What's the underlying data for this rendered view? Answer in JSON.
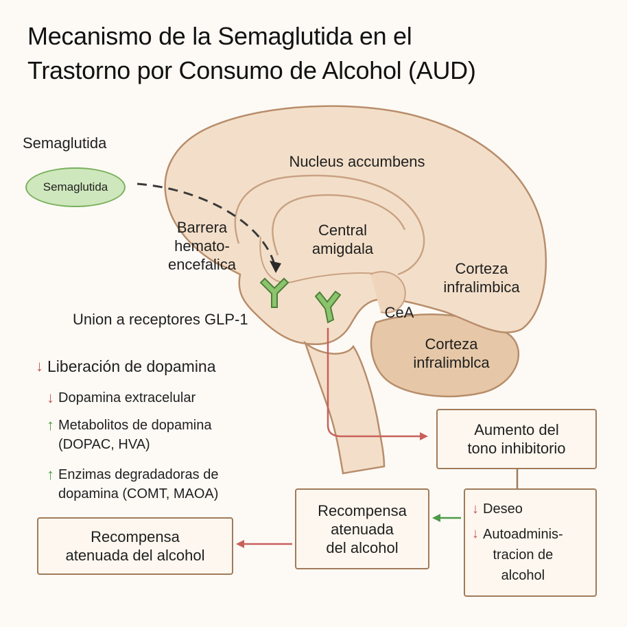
{
  "title": {
    "line1": "Mecanismo de la Semaglutida en el",
    "line2": "Trastorno por Consumo de Alcohol (AUD)"
  },
  "drug": {
    "label": "Semaglutida",
    "pill": "Semaglutida"
  },
  "brain_labels": {
    "nucleus": "Nucleus accumbens",
    "bbb_l1": "Barrera",
    "bbb_l2": "hemato-",
    "bbb_l3": "encefalica",
    "amig_l1": "Central",
    "amig_l2": "amigdala",
    "corteza1_l1": "Corteza",
    "corteza1_l2": "infralimbica",
    "cea": "CeA",
    "corteza2_l1": "Corteza",
    "corteza2_l2": "infralimblca",
    "receptor": "Union a receptores GLP-1"
  },
  "effects": {
    "main": "Liberación de dopamina",
    "e1": "Dopamina extracelular",
    "e2_l1": "Metabolitos de dopamina",
    "e2_l2": "(DOPAC, HVA)",
    "e3_l1": "Enzimas degradadoras de",
    "e3_l2": "dopamina (COMT, MAOA)"
  },
  "boxes": {
    "tono_l1": "Aumento del",
    "tono_l2": "tono inhibitorio",
    "deseo": "Deseo",
    "autoadmin_l1": "Autoadminis-",
    "autoadmin_l2": "tracion de",
    "autoadmin_l3": "alcohol",
    "recomp_mid_l1": "Recompensa",
    "recomp_mid_l2": "atenuada",
    "recomp_mid_l3": "del alcohol",
    "recomp_final_l1": "Recompensa",
    "recomp_final_l2": "atenuada del alcohol"
  },
  "icons": {
    "down": "↓",
    "up": "↑"
  },
  "colors": {
    "brain_fill": "#f3dfc9",
    "brain_stroke": "#b88d6b",
    "cerebellum_fill": "#e6c8a8",
    "receptor": "#8cc46d",
    "arrow_red": "#c8605b",
    "arrow_green": "#4d9a48",
    "box_border": "#a07a5a"
  }
}
